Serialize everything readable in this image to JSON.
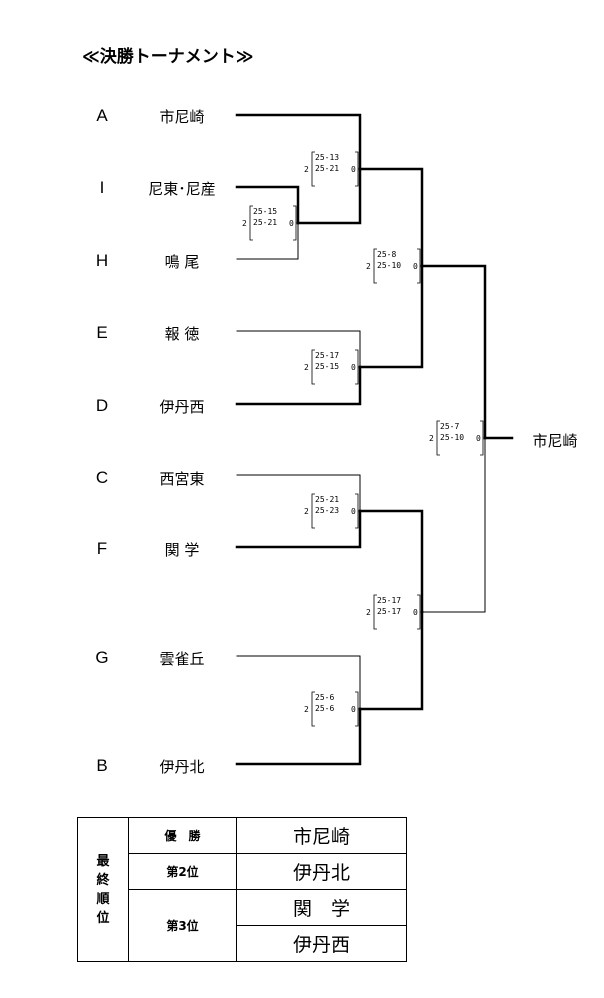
{
  "title": "≪決勝トーナメント≫",
  "teams": [
    {
      "seed": "A",
      "name": "市尼崎"
    },
    {
      "seed": "I",
      "name": "尼東･尼産"
    },
    {
      "seed": "H",
      "name": "鳴 尾"
    },
    {
      "seed": "E",
      "name": "報 徳"
    },
    {
      "seed": "D",
      "name": "伊丹西"
    },
    {
      "seed": "C",
      "name": "西宮東"
    },
    {
      "seed": "F",
      "name": "関 学"
    },
    {
      "seed": "G",
      "name": "雲雀丘"
    },
    {
      "seed": "B",
      "name": "伊丹北"
    }
  ],
  "matches": [
    {
      "id": "m1",
      "left_sets": "2",
      "right_sets": "0",
      "scores": [
        "25-15",
        "25-21"
      ]
    },
    {
      "id": "m2",
      "left_sets": "2",
      "right_sets": "0",
      "scores": [
        "25-13",
        "25-21"
      ]
    },
    {
      "id": "m3",
      "left_sets": "2",
      "right_sets": "0",
      "scores": [
        "25-17",
        "25-15"
      ]
    },
    {
      "id": "m4",
      "left_sets": "2",
      "right_sets": "0",
      "scores": [
        "25-21",
        "25-23"
      ]
    },
    {
      "id": "m5",
      "left_sets": "2",
      "right_sets": "0",
      "scores": [
        "25-6",
        "25-6"
      ]
    },
    {
      "id": "m6",
      "left_sets": "2",
      "right_sets": "0",
      "scores": [
        "25-8",
        "25-10"
      ]
    },
    {
      "id": "m7",
      "left_sets": "2",
      "right_sets": "0",
      "scores": [
        "25-17",
        "25-17"
      ]
    },
    {
      "id": "m8",
      "left_sets": "2",
      "right_sets": "0",
      "scores": [
        "25-7",
        "25-10"
      ]
    }
  ],
  "champion": "市尼崎",
  "ranking": {
    "header": "最終順位",
    "rows": [
      {
        "position": "優　勝",
        "team": "市尼崎"
      },
      {
        "position": "第2位",
        "team": "伊丹北"
      },
      {
        "position": "第3位",
        "team": "関　学"
      },
      {
        "position": "",
        "team": "伊丹西"
      }
    ]
  }
}
